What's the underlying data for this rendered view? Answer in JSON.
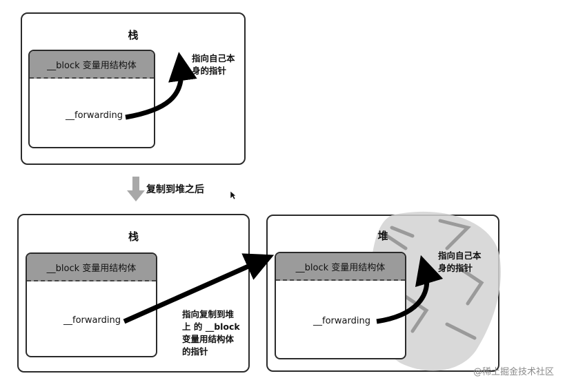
{
  "top_panel": {
    "title": "栈",
    "struct_label": "__block 变量用结构体",
    "forwarding_label": "__forwarding",
    "note": "指向自己本\n身的指针"
  },
  "transition": {
    "label": "复制到堆之后"
  },
  "bottom_left_panel": {
    "title": "栈",
    "struct_label": "__block 变量用结构体",
    "forwarding_label": "__forwarding"
  },
  "middle_note": "指向复制到堆\n上 的 __block\n变量用结构体\n的指针",
  "bottom_right_panel": {
    "title": "堆",
    "struct_label": "__block 变量用结构体",
    "forwarding_label": "__forwarding",
    "note": "指向自己本\n身的指针"
  },
  "watermark": "@稀土掘金技术社区",
  "colors": {
    "border": "#2a2a2a",
    "struct_header": "#9b9b9b",
    "arrow": "#000000",
    "copy_arrow": "#a8a8a8",
    "stamp": "#cfcfcf"
  }
}
